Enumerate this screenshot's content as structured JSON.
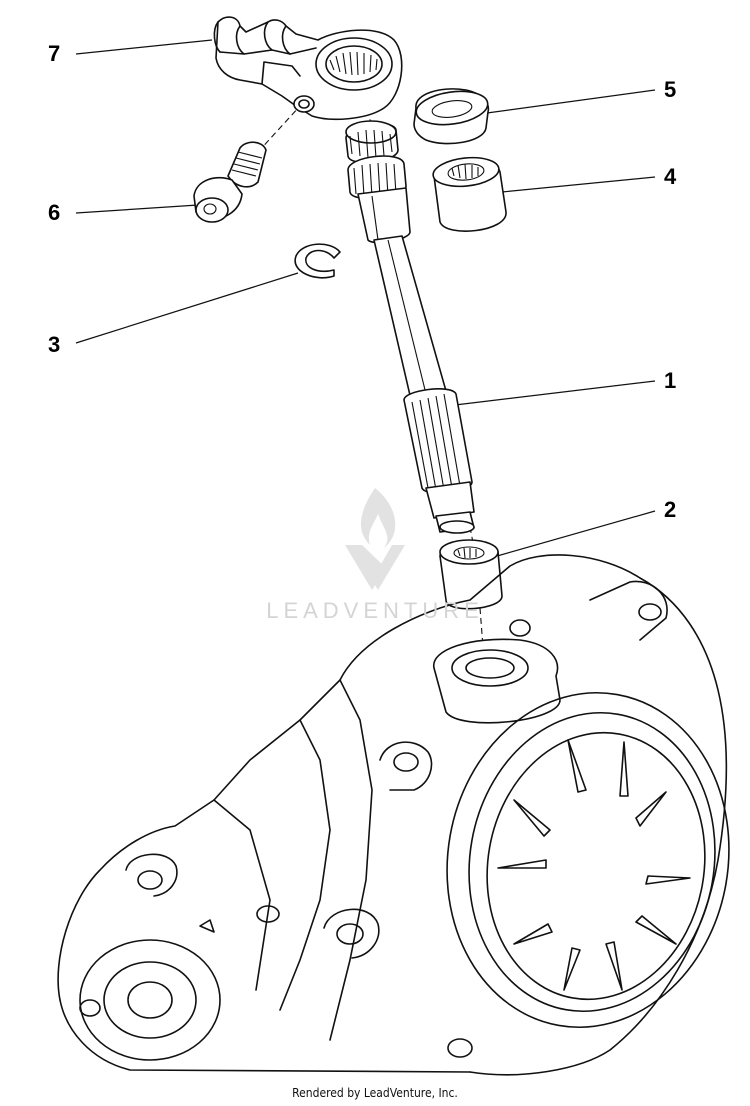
{
  "callouts": [
    {
      "id": "7",
      "label": "7"
    },
    {
      "id": "5",
      "label": "5"
    },
    {
      "id": "4",
      "label": "4"
    },
    {
      "id": "6",
      "label": "6"
    },
    {
      "id": "3",
      "label": "3"
    },
    {
      "id": "1",
      "label": "1"
    },
    {
      "id": "2",
      "label": "2"
    }
  ],
  "watermark": {
    "text": "LEADVENTURE"
  },
  "footer": {
    "text": "Rendered by LeadVenture, Inc."
  }
}
